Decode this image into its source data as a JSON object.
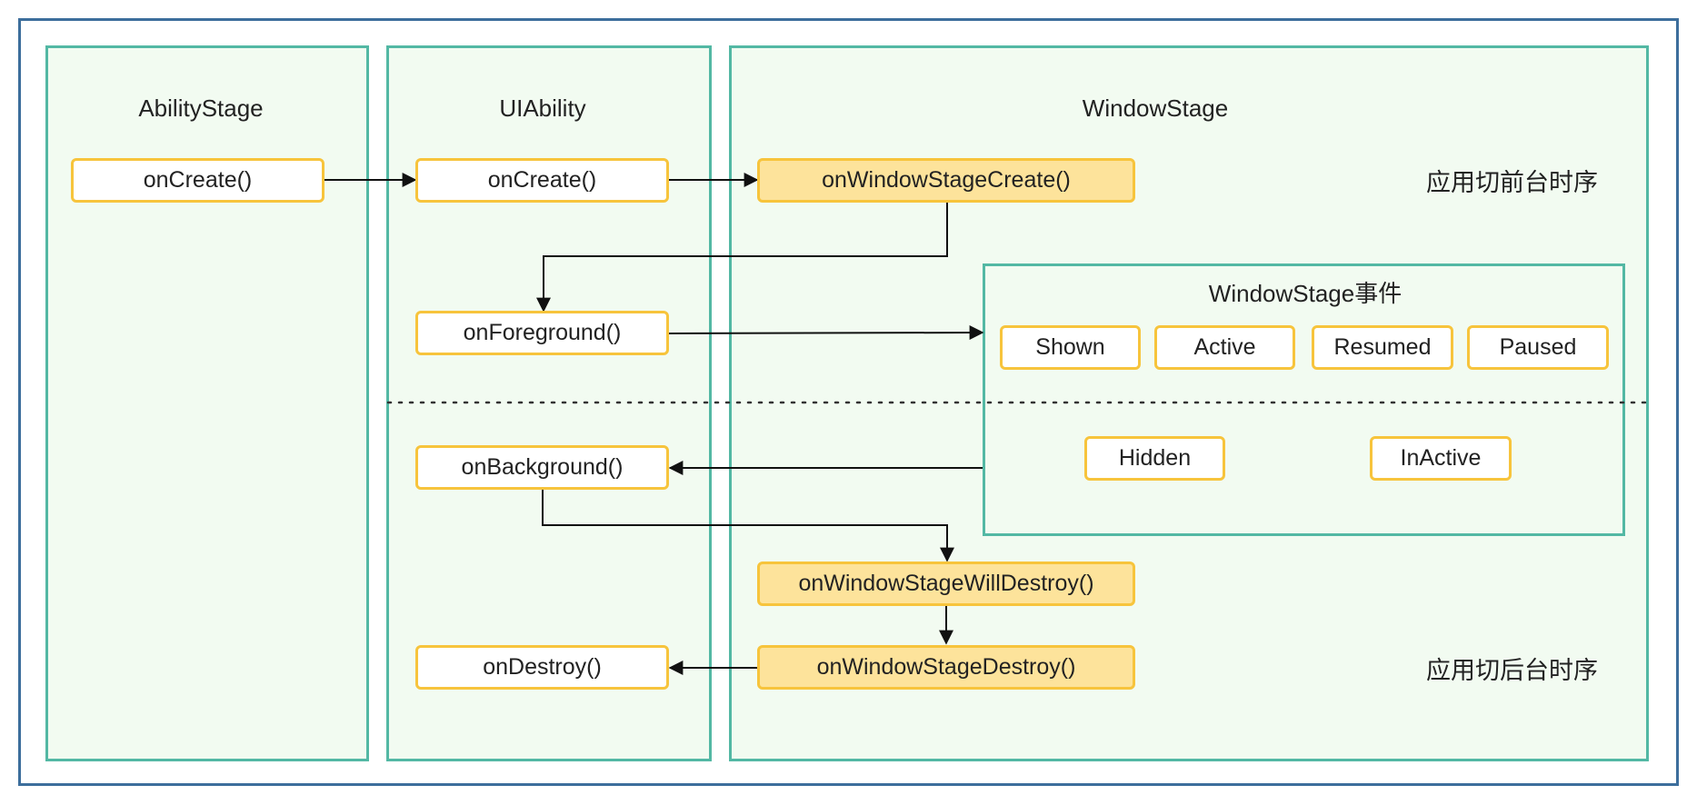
{
  "columns": {
    "ability_stage": {
      "title": "AbilityStage",
      "oncreate": "onCreate()"
    },
    "uiability": {
      "title": "UIAbility",
      "oncreate": "onCreate()",
      "onforeground": "onForeground()",
      "onbackground": "onBackground()",
      "ondestroy": "onDestroy()"
    },
    "window_stage": {
      "title": "WindowStage",
      "create": "onWindowStageCreate()",
      "will_destroy": "onWindowStageWillDestroy()",
      "destroy": "onWindowStageDestroy()",
      "foreground_note": "应用切前台时序",
      "background_note": "应用切后台时序"
    }
  },
  "events": {
    "title": "WindowStage事件",
    "shown": "Shown",
    "active": "Active",
    "resumed": "Resumed",
    "paused": "Paused",
    "hidden": "Hidden",
    "inactive": "InActive"
  },
  "colors": {
    "outer_border": "#3d6e9c",
    "column_border": "#53b8a4",
    "column_fill": "#f2fbf1",
    "node_border": "#f7c43c",
    "node_highlight_fill": "#fde39b",
    "connector": "#111111"
  }
}
